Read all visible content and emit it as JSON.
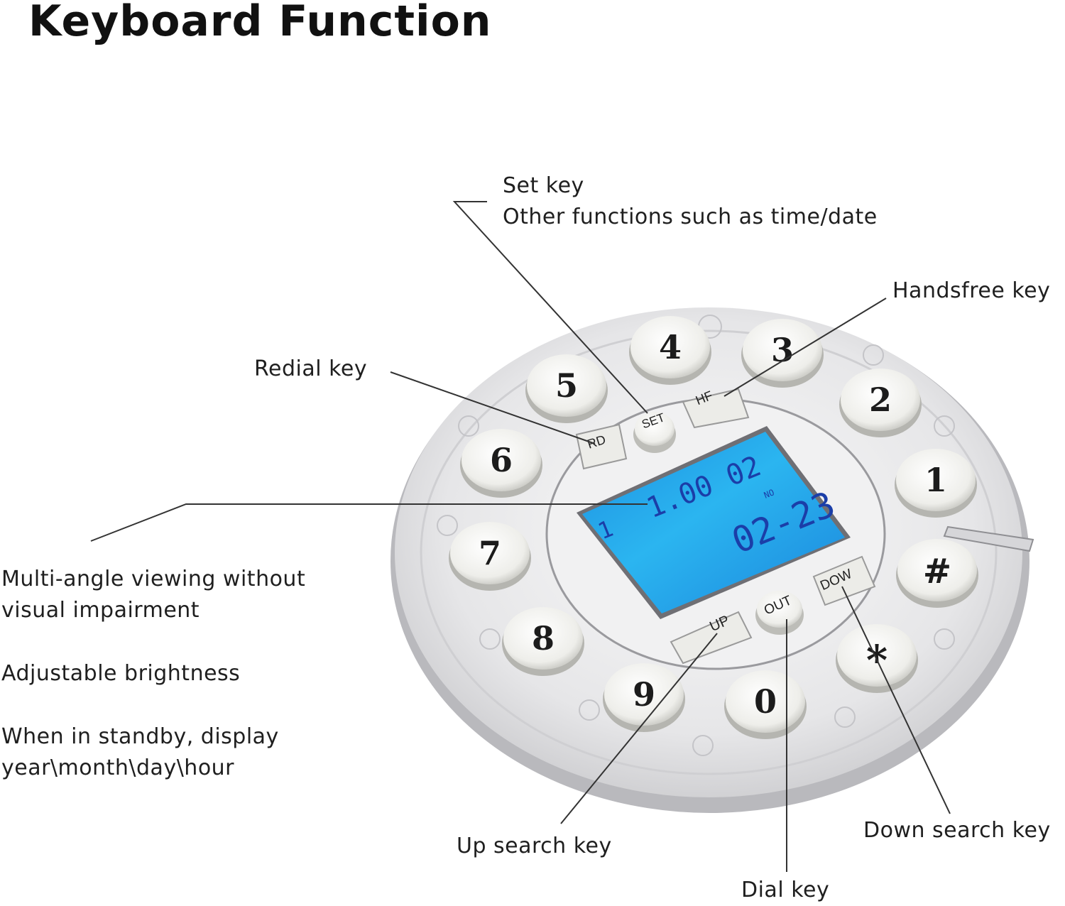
{
  "title": "Keyboard Function",
  "labels": {
    "set_key": [
      "Set key",
      "Other functions such as time/date"
    ],
    "handsfree_key": "Handsfree key",
    "redial_key": "Redial key",
    "display_features": [
      [
        "Multi-angle viewing without",
        "visual impairment"
      ],
      [
        "Adjustable brightness"
      ],
      [
        "When in standby, display",
        "year\\month\\day\\hour"
      ]
    ],
    "up_search_key": "Up search key",
    "dial_key": "Dial key",
    "down_search_key": "Down search key"
  },
  "keypad": {
    "digits": [
      "1",
      "2",
      "3",
      "4",
      "5",
      "6",
      "7",
      "8",
      "9",
      "0",
      "*",
      "#"
    ],
    "function_keys": [
      "RD",
      "SET",
      "HF",
      "UP",
      "OUT",
      "DOW"
    ]
  },
  "display": {
    "line1_left": "1",
    "line1_main": "1.00 02",
    "line2_main": "02-23",
    "small_indicator": "NO",
    "backlight_color": "#2bb5f0"
  },
  "colors": {
    "plate": "#e9e9ea",
    "key_face": "#f2f2ee",
    "leader_line": "#333333"
  }
}
